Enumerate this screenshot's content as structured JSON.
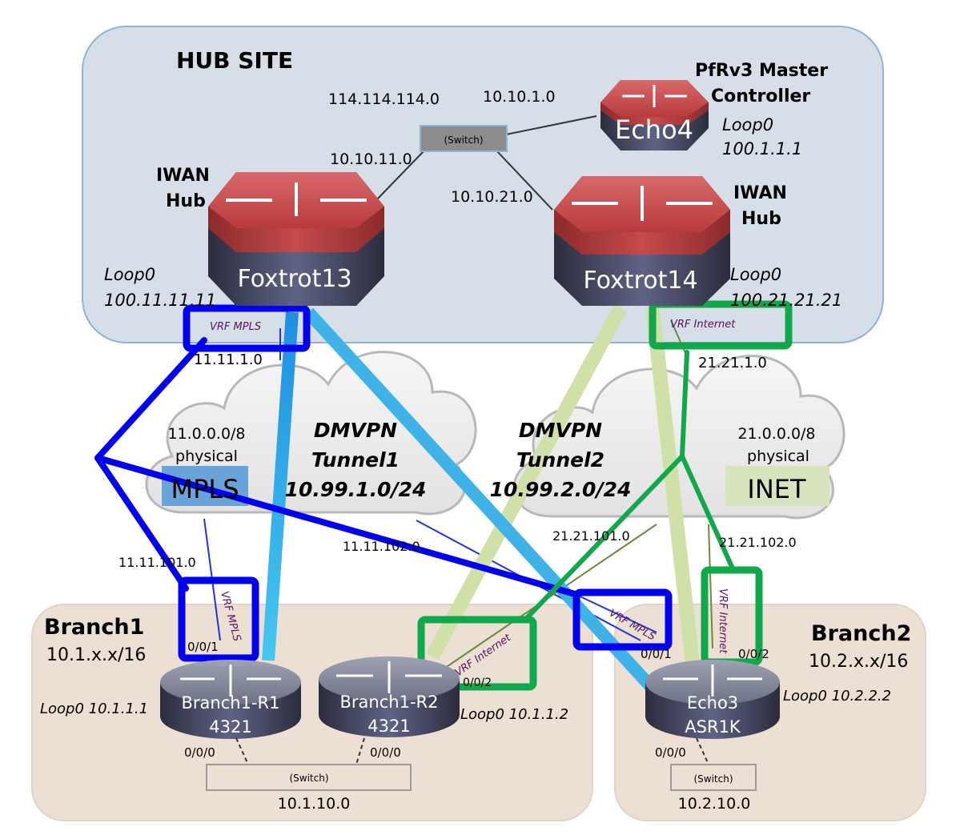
{
  "hub_site": {
    "title": "HUB SITE",
    "subnets": {
      "top_left": "114.114.114.0",
      "top_right": "10.10.1.0",
      "to_foxtrot13": "10.10.11.0",
      "to_foxtrot14": "10.10.21.0"
    },
    "switch_label": "(Switch)",
    "echo4": {
      "name": "Echo4",
      "role_line1": "PfRv3 Master",
      "role_line2": "Controller",
      "loop_label": "Loop0",
      "loop_ip": "100.1.1.1"
    },
    "foxtrot13": {
      "name": "Foxtrot13",
      "role_line1": "IWAN",
      "role_line2": "Hub",
      "loop_label": "Loop0",
      "loop_ip": "100.11.11.11",
      "vrf": "VRF MPLS",
      "wan_subnet": "11.11.1.0"
    },
    "foxtrot14": {
      "name": "Foxtrot14",
      "role_line1": "IWAN",
      "role_line2": "Hub",
      "loop_label": "Loop0",
      "loop_ip": "100.21.21.21",
      "vrf": "VRF Internet",
      "wan_subnet": "21.21.1.0"
    }
  },
  "clouds": {
    "mpls": {
      "prefix": "11.0.0.0/8",
      "kind": "physical",
      "name": "MPLS",
      "color": "#5b9bd5"
    },
    "tunnel1": {
      "line1": "DMVPN",
      "line2": "Tunnel1",
      "line3": "10.99.1.0/24"
    },
    "tunnel2": {
      "line1": "DMVPN",
      "line2": "Tunnel2",
      "line3": "10.99.2.0/24"
    },
    "inet": {
      "prefix": "21.0.0.0/8",
      "kind": "physical",
      "name": "INET",
      "color": "#d7e4bd"
    }
  },
  "links": {
    "mpls_branch1": "11.11.101.0",
    "mpls_branch2": "11.11.102.0",
    "inet_branch1": "21.21.101.0",
    "inet_branch2": "21.21.102.0"
  },
  "branch1": {
    "title": "Branch1",
    "prefix": "10.1.x.x/16",
    "r1": {
      "name": "Branch1-R1",
      "model": "4321",
      "loop": "Loop0 10.1.1.1",
      "vrf": "VRF MPLS",
      "wan_if": "0/0/1",
      "lan_if": "0/0/0"
    },
    "r2": {
      "name": "Branch1-R2",
      "model": "4321",
      "loop": "Loop0 10.1.1.2",
      "vrf": "VRF Internet",
      "wan_if": "0/0/2",
      "lan_if": "0/0/0"
    },
    "switch_label": "(Switch)",
    "lan_subnet": "10.1.10.0"
  },
  "branch2": {
    "title": "Branch2",
    "prefix": "10.2.x.x/16",
    "echo3": {
      "name": "Echo3",
      "model": "ASR1K",
      "loop": "Loop0 10.2.2.2",
      "vrf_mpls": "VRF MPLS",
      "vrf_inet": "VRF Internet",
      "wan_if1": "0/0/1",
      "wan_if2": "0/0/2",
      "lan_if": "0/0/0"
    },
    "switch_label": "(Switch)",
    "lan_subnet": "10.2.10.0"
  },
  "colors": {
    "hub_bg": "#d6dfe8",
    "branch_bg": "#ecdfd4",
    "mpls_highlight": "#0000ee",
    "inet_highlight": "#10a84a",
    "tunnel1": "#3fb3e8",
    "tunnel2": "#cfe0a8"
  }
}
